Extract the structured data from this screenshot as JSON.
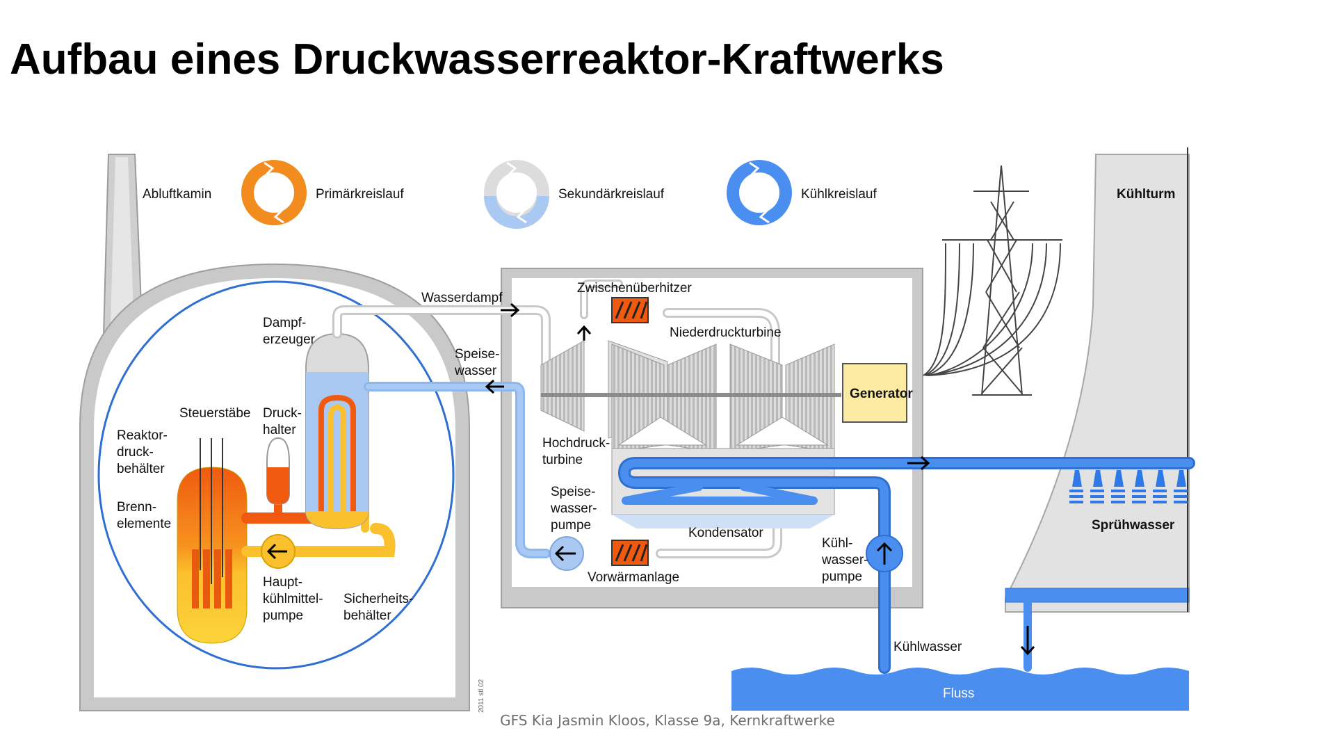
{
  "title": "Aufbau eines Druckwasserreaktor-Kraftwerks",
  "legend": {
    "primary": "Primärkreislauf",
    "secondary": "Sekundärkreislauf",
    "cooling": "Kühlkreislauf"
  },
  "labels": {
    "exhaust_stack": "Abluftkamin",
    "cooling_tower": "Kühlturm",
    "steam_gen_1": "Dampf-",
    "steam_gen_2": "erzeuger",
    "steam": "Wasserdampf",
    "feedwater_1": "Speise-",
    "feedwater_2": "wasser",
    "reheater": "Zwischenüberhitzer",
    "lp_turbine": "Niederdruckturbine",
    "hp_turbine_1": "Hochdruck-",
    "hp_turbine_2": "turbine",
    "generator": "Generator",
    "control_rods": "Steuerstäbe",
    "pressurizer_1": "Druck-",
    "pressurizer_2": "halter",
    "rpv_1": "Reaktor-",
    "rpv_2": "druck-",
    "rpv_3": "behälter",
    "fuel_1": "Brenn-",
    "fuel_2": "elemente",
    "main_pump_1": "Haupt-",
    "main_pump_2": "kühlmittel-",
    "main_pump_3": "pumpe",
    "containment_1": "Sicherheits-",
    "containment_2": "behälter",
    "fw_pump_1": "Speise-",
    "fw_pump_2": "wasser-",
    "fw_pump_3": "pumpe",
    "condenser": "Kondensator",
    "preheater": "Vorwärmanlage",
    "cw_pump_1": "Kühl-",
    "cw_pump_2": "wasser-",
    "cw_pump_3": "pumpe",
    "cooling_water": "Kühlwasser",
    "river": "Fluss",
    "spray_water": "Sprühwasser",
    "credit": "2011 stl 02"
  },
  "footer": "GFS Kia Jasmin Kloos, Klasse 9a, Kernkraftwerke",
  "colors": {
    "primary_orange": "#f07d1c",
    "primary_yellow": "#fbc02d",
    "secondary_blue": "#a9c9f2",
    "cooling_blue": "#4a8ff0",
    "wall_gray": "#c9c9c9",
    "generator_yellow": "#fbeba3"
  }
}
